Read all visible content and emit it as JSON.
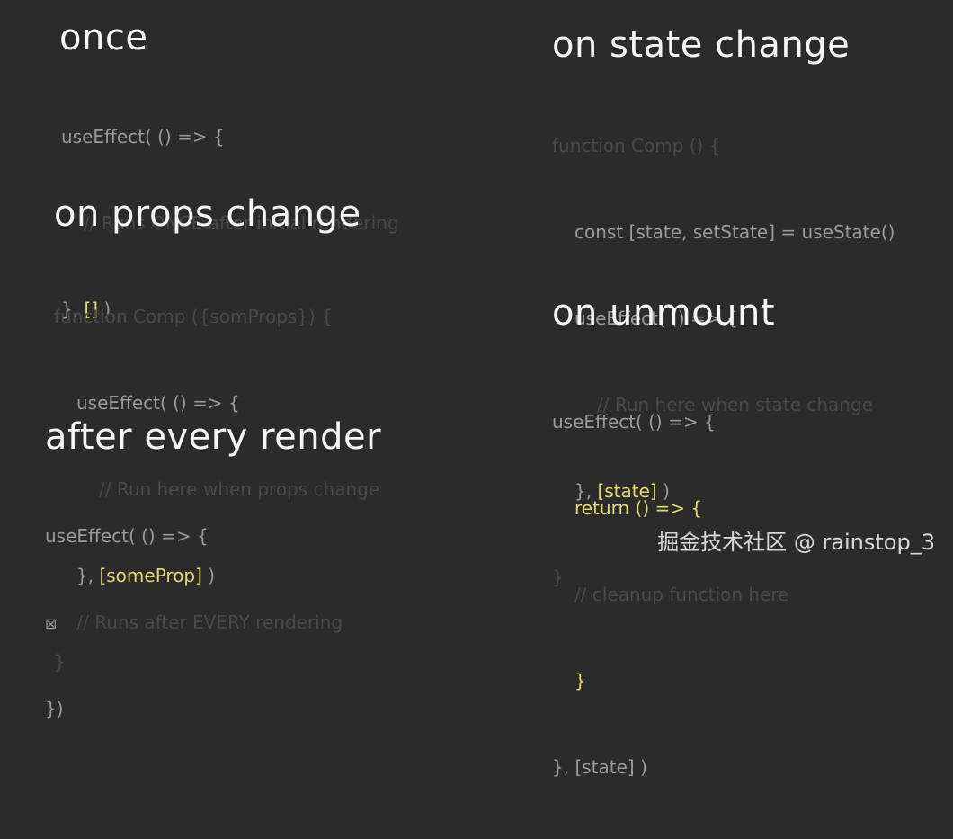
{
  "sections": {
    "once": {
      "heading": "once",
      "lines": [
        {
          "text": "useEffect( () => {",
          "style": "normal"
        },
        {
          "text": "// Runs ONCE after initial rendering",
          "style": "dim"
        },
        {
          "prefix": "}, ",
          "highlight": "[]",
          "suffix": " )"
        }
      ]
    },
    "props_change": {
      "heading": "on props change",
      "lines": [
        {
          "text": "function Comp ({somProps}) {",
          "style": "dim"
        },
        {
          "text": "useEffect( () => {",
          "style": "normal"
        },
        {
          "text": "// Run here when props change",
          "style": "dim"
        },
        {
          "prefix": "}, ",
          "highlight": "[someProp]",
          "suffix": " )"
        },
        {
          "text": "}",
          "style": "dim"
        }
      ]
    },
    "every_render": {
      "heading": "after every render",
      "lines": [
        {
          "text": "useEffect( () => {",
          "style": "normal"
        },
        {
          "marker": "⊠",
          "text": "// Runs after EVERY rendering",
          "style": "dim"
        },
        {
          "text": "})",
          "style": "normal"
        }
      ]
    },
    "state_change": {
      "heading": "on state change",
      "lines": [
        {
          "text": "function Comp () {",
          "style": "dim"
        },
        {
          "text": "const [state, setState] = useState()",
          "style": "normal"
        },
        {
          "text": "useEffect( () => {",
          "style": "normal"
        },
        {
          "text": "// Run here when state change",
          "style": "dim"
        },
        {
          "prefix": "}, ",
          "highlight": "[state]",
          "suffix": " )"
        },
        {
          "text": "}",
          "style": "dim"
        }
      ]
    },
    "unmount": {
      "heading": "on unmount",
      "lines": [
        {
          "text": "useEffect( () => {",
          "style": "normal"
        },
        {
          "text": "return () => {",
          "style": "accent"
        },
        {
          "text": "// cleanup function here",
          "style": "dim"
        },
        {
          "text": "}",
          "style": "accent"
        },
        {
          "text": "}, [state] )",
          "style": "normal"
        }
      ]
    }
  },
  "watermark": "掘金技术社区 @ rainstop_3",
  "colors": {
    "background": "#2b2b2b",
    "heading": "#f5f5f5",
    "code": "#9a9a9a",
    "comment": "#4a4a4a",
    "highlight": "#e6d96b"
  }
}
